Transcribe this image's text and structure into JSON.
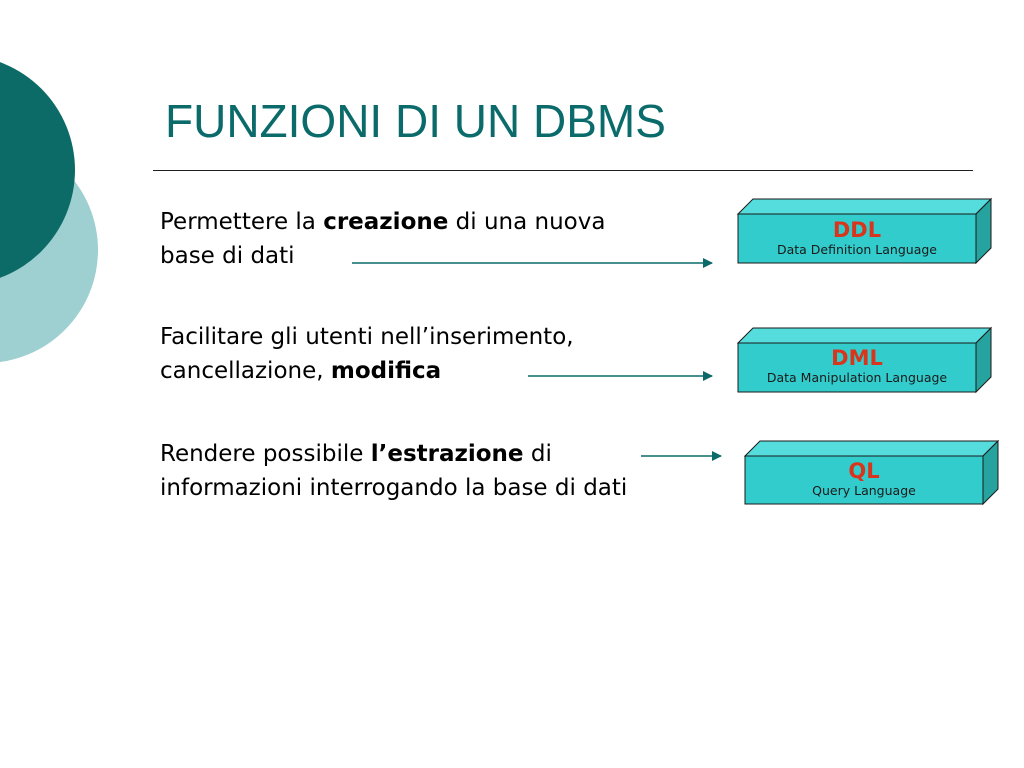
{
  "title": "FUNZIONI DI UN DBMS",
  "items": [
    {
      "line1_before": "Permettere la ",
      "line1_bold": "creazione",
      "line1_after": " di una nuova",
      "line2": "base di dati",
      "target": {
        "acronym": "DDL",
        "full": "Data Definition Language"
      }
    },
    {
      "line1": "Facilitare gli utenti nell’inserimento,",
      "line2_before": "cancellazione, ",
      "line2_bold": "modifica",
      "target": {
        "acronym": "DML",
        "full": "Data Manipulation Language"
      }
    },
    {
      "line1_before": "Rendere possibile ",
      "line1_bold": "l’estrazione",
      "line1_after": " di",
      "line2": "informazioni interrogando la base di dati",
      "target": {
        "acronym": "QL",
        "full": "Query Language"
      }
    }
  ],
  "colors": {
    "title": "#0b6b6b",
    "box_front": "#33cccc",
    "box_top": "#55dcdc",
    "box_side": "#26a39f",
    "acronym": "#d8351c",
    "arrow": "#0b6b6b",
    "circle_dark": "#0c6b66",
    "circle_light": "#9ecfd1"
  }
}
